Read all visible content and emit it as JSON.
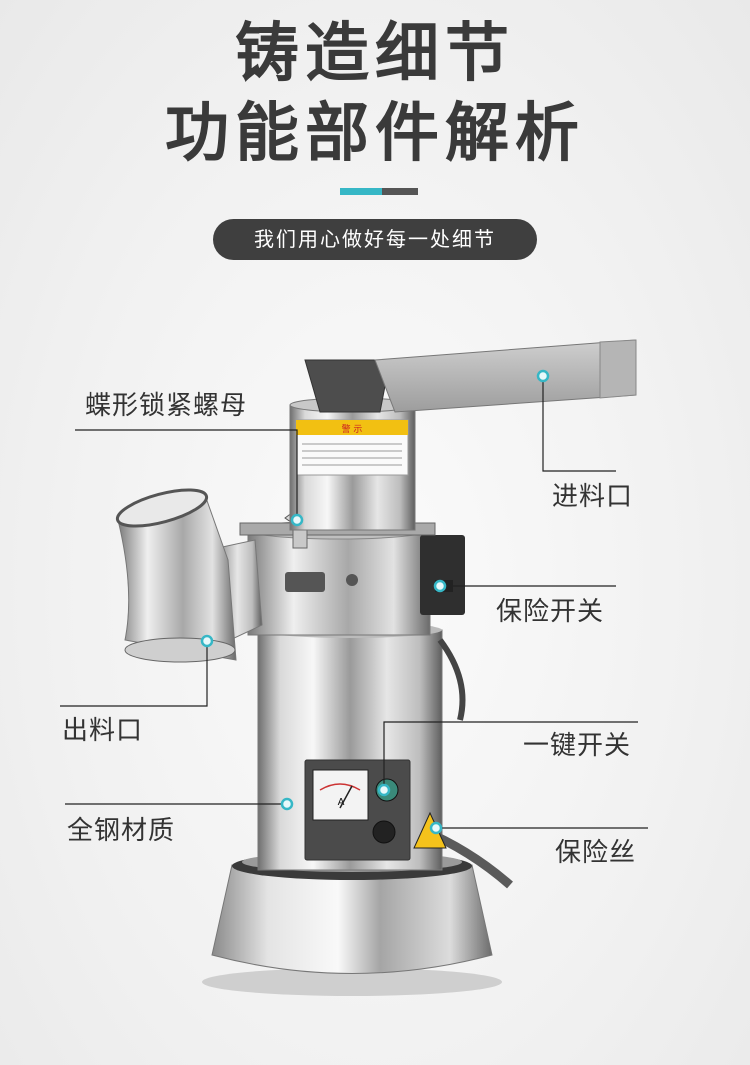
{
  "header": {
    "title_line1": "铸造细节",
    "title_line2": "功能部件解析",
    "subtitle": "我们用心做好每一处细节",
    "accent_color": "#36b7c6"
  },
  "labels": {
    "wing_nut": "蝶形锁紧螺母",
    "feed_inlet": "进料口",
    "safety_switch": "保险开关",
    "outlet": "出料口",
    "one_key_switch": "一键开关",
    "all_steel": "全钢材质",
    "fuse": "保险丝"
  },
  "warning_label": {
    "heading": "警 示"
  },
  "meter": {
    "unit": "A"
  }
}
